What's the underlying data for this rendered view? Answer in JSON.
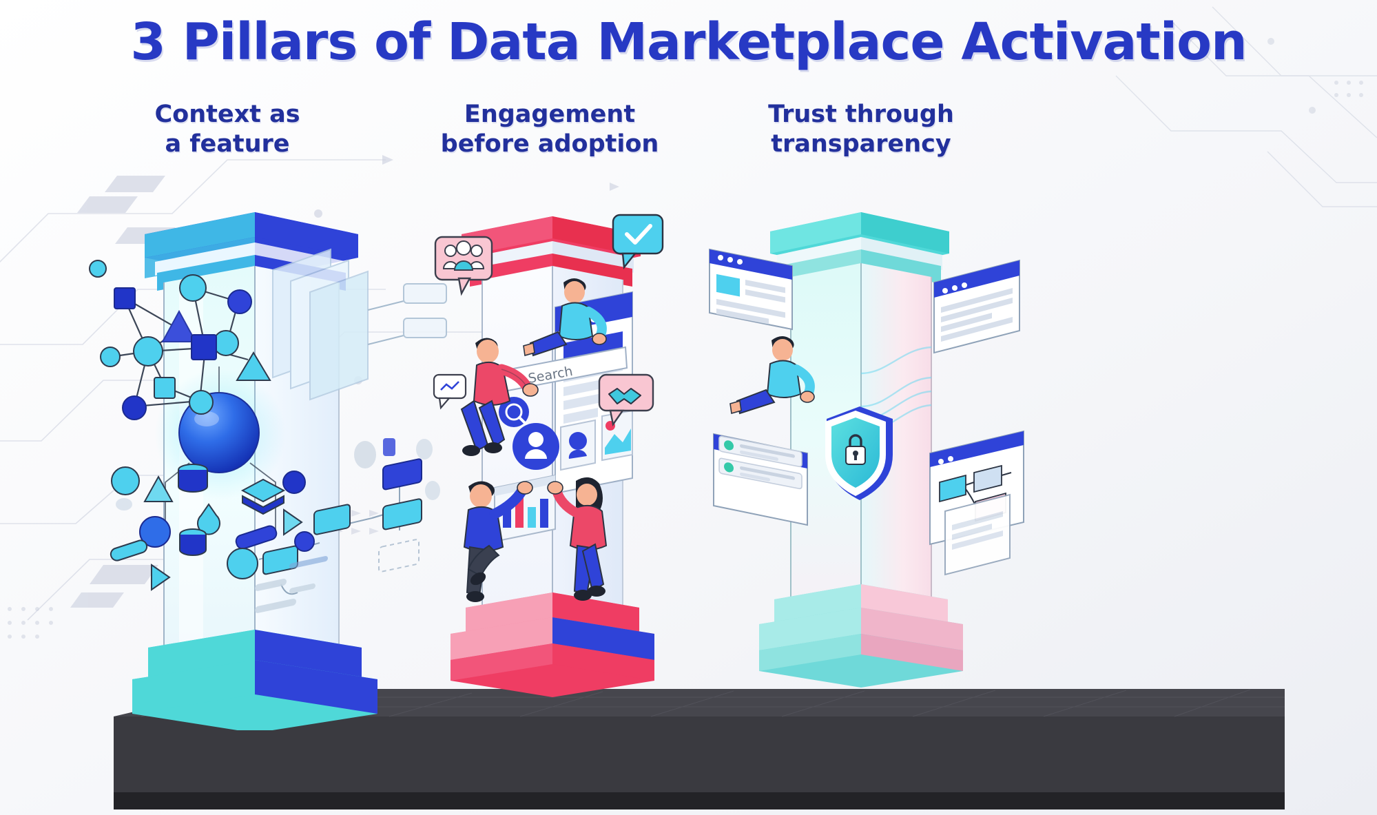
{
  "page": {
    "title": "3 Pillars of Data Marketplace Activation",
    "background_color": "#f4f5f8",
    "title_color": "#2739c4",
    "heading_color": "#22309c",
    "platform_color": "#2b2b30"
  },
  "pillars": [
    {
      "id": "context",
      "heading_line1": "Context as",
      "heading_line2": "a feature",
      "accent_color": "#2f43d8",
      "cap_color": "#3fb7e6",
      "base_color": "#2f43d8",
      "icons": [
        {
          "name": "network-graph-icon",
          "label": "knowledge graph nodes"
        },
        {
          "name": "sphere-icon",
          "label": "blue data sphere"
        },
        {
          "name": "data-shapes-icon",
          "label": "scattered data primitives"
        },
        {
          "name": "flow-diagram-icon",
          "label": "pipeline flow cards"
        },
        {
          "name": "layered-panels-icon",
          "label": "stacked glass panels"
        }
      ]
    },
    {
      "id": "engagement",
      "heading_line1": "Engagement",
      "heading_line2": "before adoption",
      "accent_color": "#ef3d63",
      "cap_color": "#ef3d63",
      "base_color": "#ef3d63",
      "search_placeholder": "Search",
      "icons": [
        {
          "name": "community-bubble-icon",
          "label": "group of people in speech bubble"
        },
        {
          "name": "check-bubble-icon",
          "label": "checkmark in speech bubble"
        },
        {
          "name": "handshake-bubble-icon",
          "label": "handshake in speech bubble"
        },
        {
          "name": "chat-bubble-icon",
          "label": "small chat bubble"
        },
        {
          "name": "browser-window-icon",
          "label": "marketplace browser window"
        },
        {
          "name": "search-icon",
          "label": "magnifier"
        },
        {
          "name": "profile-icon",
          "label": "user avatar card"
        },
        {
          "name": "bar-chart-icon",
          "label": "chart card"
        }
      ],
      "people": [
        {
          "name": "person-reaching-search",
          "shirt": "#ec4868"
        },
        {
          "name": "person-sitting-ledge",
          "shirt": "#3fc8de"
        },
        {
          "name": "person-climbing",
          "shirt": "#2f43d8"
        },
        {
          "name": "person-waving",
          "shirt": "#ec4868"
        }
      ]
    },
    {
      "id": "trust",
      "heading_line1": "Trust through",
      "heading_line2": "transparency",
      "accent_color": "#4fd8d8",
      "cap_color": "#4fd8d8",
      "base_color": "#8fe3e0",
      "icons": [
        {
          "name": "shield-lock-icon",
          "label": "shield with padlock"
        },
        {
          "name": "document-window-icon",
          "label": "documentation window"
        },
        {
          "name": "audit-list-icon",
          "label": "audit log rows with status dots"
        },
        {
          "name": "lineage-diagram-icon",
          "label": "data lineage diagram"
        },
        {
          "name": "browser-window-icon",
          "label": "browser window"
        }
      ]
    }
  ]
}
